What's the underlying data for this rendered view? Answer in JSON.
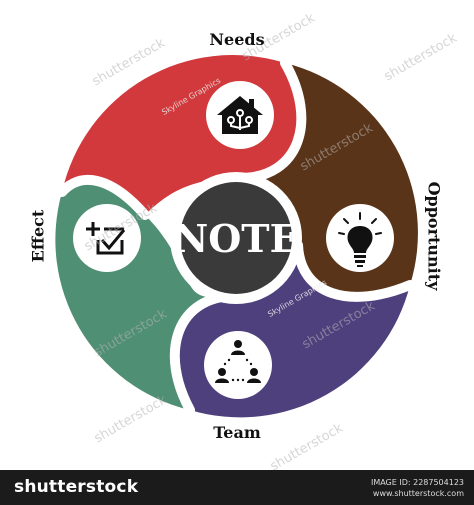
{
  "diagram": {
    "center_label": "NOTE",
    "segments": [
      {
        "id": "needs",
        "label": "Needs",
        "color": "#d2393c",
        "icon": "smart-home-icon"
      },
      {
        "id": "opportunity",
        "label": "Opportunity",
        "color": "#5a3418",
        "icon": "lightbulb-icon"
      },
      {
        "id": "team",
        "label": "Team",
        "color": "#4e3f7d",
        "icon": "team-network-icon"
      },
      {
        "id": "effect",
        "label": "Effect",
        "color": "#4f8f74",
        "icon": "plus-checklist-icon"
      }
    ],
    "center_color": "#3a3a3a",
    "icon_disc_color": "#ffffff",
    "icon_color": "#111111"
  },
  "watermarks": {
    "main": "shutterstock",
    "credit": "Skyline Graphics"
  },
  "footer": {
    "logo": "shutterstock",
    "image_id": "IMAGE ID: 2287504123",
    "url": "www.shutterstock.com"
  }
}
